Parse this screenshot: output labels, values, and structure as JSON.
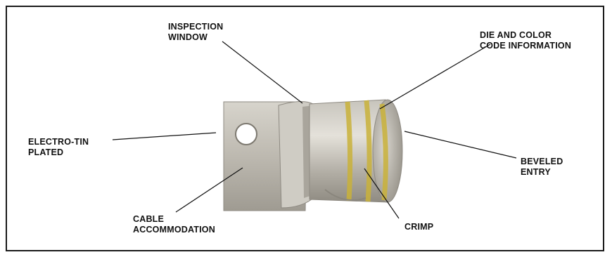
{
  "labels": {
    "inspection_window": [
      "INSPECTION",
      "WINDOW"
    ],
    "die_color_code": [
      "DIE AND COLOR",
      "CODE INFORMATION"
    ],
    "electro_tin": [
      "ELECTRO-TIN",
      "PLATED"
    ],
    "beveled_entry": [
      "BEVELED",
      "ENTRY"
    ],
    "cable_accommodation": [
      "CABLE",
      "ACCOMMODATION"
    ],
    "crimp": [
      "CRIMP"
    ]
  },
  "colors": {
    "frame": "#1a1a1a",
    "lug_metal": "#b9b6ad",
    "band": "#c9b13a",
    "text": "#111111"
  },
  "icons": [
    "lug-illustration"
  ]
}
